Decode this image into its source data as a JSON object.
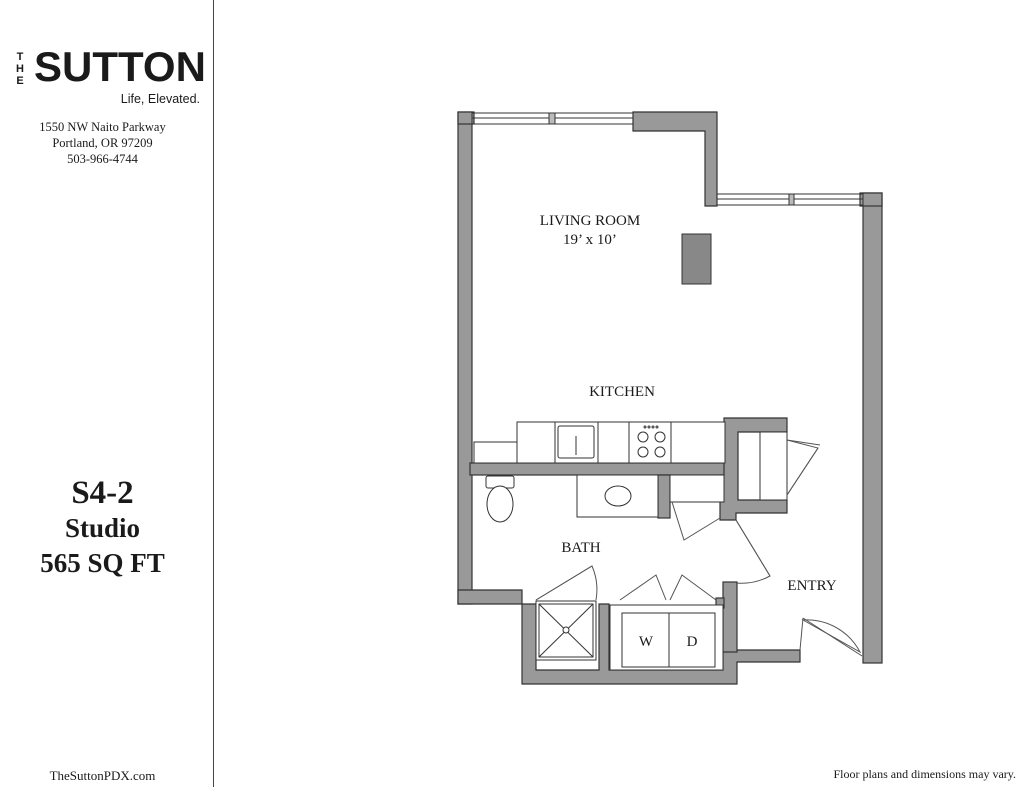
{
  "brand": {
    "the": "THE",
    "name": "SUTTON",
    "tagline": "Life, Elevated."
  },
  "address": {
    "street": "1550 NW Naito Parkway",
    "city": "Portland, OR 97209",
    "phone": "503-966-4744"
  },
  "unit": {
    "code": "S4-2",
    "type": "Studio",
    "area": "565 SQ FT"
  },
  "plan": {
    "living_room": "LIVING ROOM",
    "living_room_dims": "19’ x 10’",
    "kitchen": "KITCHEN",
    "bath": "BATH",
    "entry": "ENTRY",
    "washer": "W",
    "dryer": "D",
    "wall_color": "#999999",
    "line_color": "#333333"
  },
  "footer": {
    "website": "TheSuttonPDX.com",
    "disclaimer": "Floor plans and dimensions may vary."
  }
}
